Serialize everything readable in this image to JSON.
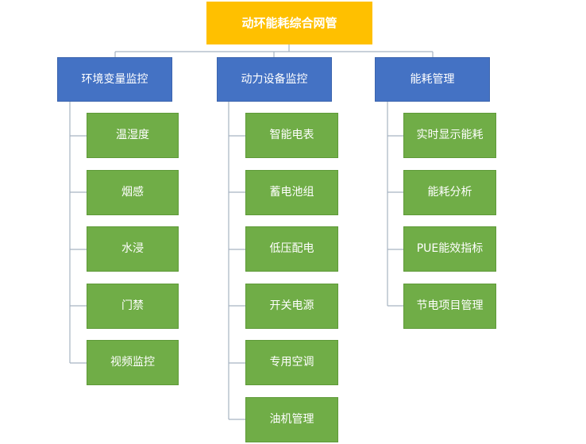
{
  "root": {
    "label": "动环能耗综合网管"
  },
  "categories": [
    {
      "label": "环境变量监控",
      "items": [
        "温湿度",
        "烟感",
        "水浸",
        "门禁",
        "视频监控"
      ]
    },
    {
      "label": "动力设备监控",
      "items": [
        "智能电表",
        "蓄电池组",
        "低压配电",
        "开关电源",
        "专用空调",
        "油机管理"
      ]
    },
    {
      "label": "能耗管理",
      "items": [
        "实时显示能耗",
        "能耗分析",
        "PUE能效指标",
        "节电项目管理"
      ]
    }
  ],
  "colors": {
    "root": "#ffc000",
    "category": "#4472c4",
    "leaf": "#70ad47",
    "connector": "#a6b3c2"
  }
}
